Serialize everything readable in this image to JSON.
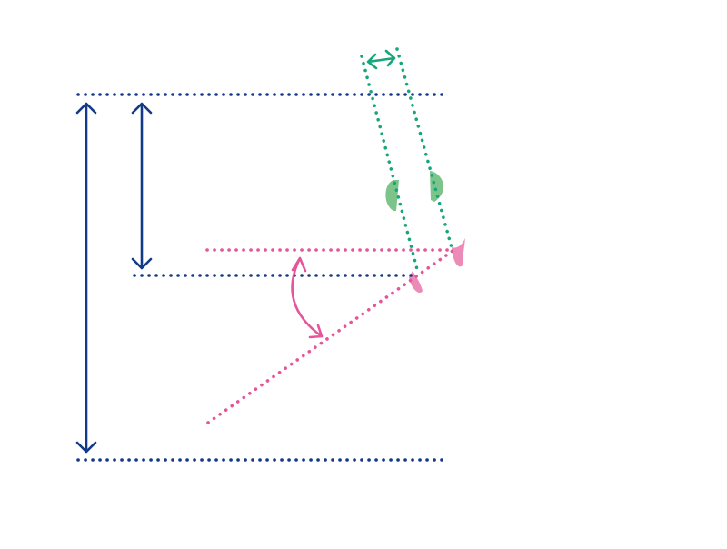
{
  "diagram": {
    "colors": {
      "navy": "#133a86",
      "magenta": "#e5559a",
      "green": "#17a67b",
      "green_blob": "#7cc48a",
      "pink_blob": "#ec8bb8",
      "background": "#ffffff"
    },
    "elements": [
      {
        "name": "top-reference-line",
        "kind": "dotted-line",
        "color": "navy"
      },
      {
        "name": "middle-reference-line",
        "kind": "dotted-line",
        "color": "navy"
      },
      {
        "name": "bottom-reference-line",
        "kind": "dotted-line",
        "color": "navy"
      },
      {
        "name": "full-height-dimension-arrow",
        "kind": "double-arrow",
        "color": "navy"
      },
      {
        "name": "partial-height-dimension-arrow",
        "kind": "double-arrow",
        "color": "navy"
      },
      {
        "name": "horizontal-angle-line",
        "kind": "dotted-line",
        "color": "magenta"
      },
      {
        "name": "inclined-angle-line",
        "kind": "dotted-line",
        "color": "magenta"
      },
      {
        "name": "angle-arc-arrow",
        "kind": "curved-arrow",
        "color": "magenta"
      },
      {
        "name": "left-slanted-guide-line",
        "kind": "dotted-line",
        "color": "green"
      },
      {
        "name": "right-slanted-guide-line",
        "kind": "dotted-line",
        "color": "green"
      },
      {
        "name": "width-dimension-arrow",
        "kind": "double-arrow",
        "color": "green"
      },
      {
        "name": "left-green-blob",
        "kind": "blob",
        "color": "green_blob"
      },
      {
        "name": "right-green-blob",
        "kind": "blob",
        "color": "green_blob"
      },
      {
        "name": "left-pink-tip",
        "kind": "tip",
        "color": "pink_blob"
      },
      {
        "name": "right-pink-tip",
        "kind": "tip",
        "color": "pink_blob"
      }
    ]
  }
}
